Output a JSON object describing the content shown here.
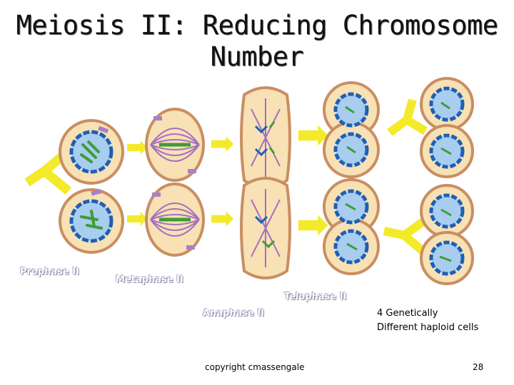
{
  "slide": {
    "title_line1": "Meiosis II: Reducing Chromosome",
    "title_line2": "Number",
    "page_number": "28",
    "copyright": "copyright cmassengale"
  },
  "stages": {
    "prophase": "Prophase II",
    "metaphase": "Metaphase II",
    "anaphase": "Anaphase II",
    "telophase": "Telophase II"
  },
  "result": {
    "line1": "4 Genetically",
    "line2": "Different haploid cells"
  },
  "colors": {
    "cytoplasm": "#f7e1b5",
    "membrane": "#c98e61",
    "nucleus": "#a8cdef",
    "nuclear_envelope": "#1f5fb3",
    "spindle": "#a56fbf",
    "chromosome_green": "#3e9c3a",
    "chromosome_purple": "#a880c8",
    "arrow": "#f3ea2a"
  }
}
